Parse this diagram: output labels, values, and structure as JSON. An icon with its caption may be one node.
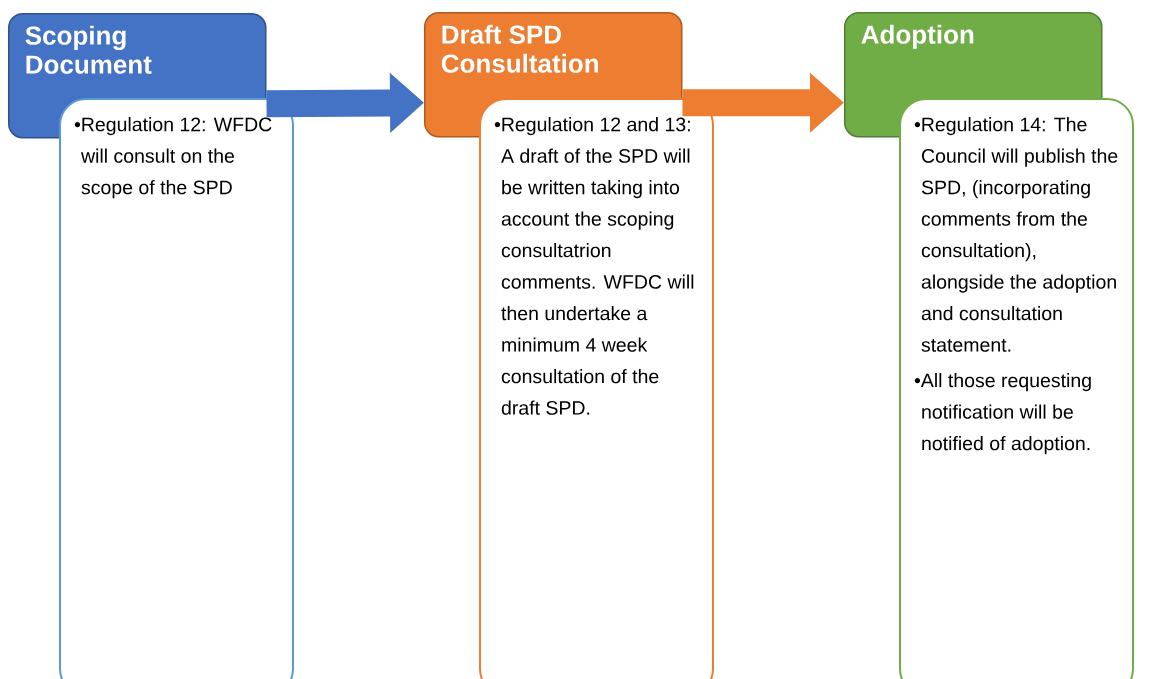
{
  "diagram": {
    "nodes": [
      {
        "text": [
          "Scoping Document"
        ]
      },
      {
        "text": [
          "•Regulation 12: WFDC will consult on the scope of the SPD"
        ]
      },
      {
        "text": [
          "Draft SPD Consultation"
        ]
      },
      {
        "text": [
          "•Regulation 12 and 13: A draft of the SPD will be written taking into account the scoping consultatrion comments. WFDC will then undertake a minimum 4 week consultation of the draft SPD."
        ]
      },
      {
        "text": [
          "Adoption"
        ]
      },
      {
        "text": [
          "•Regulation 14: The Council will publish the SPD, (incorporating comments from the consultation), alongside the adoption and consultation statement.",
          "•All those requesting notification will be notified of adoption."
        ]
      }
    ],
    "edges": [
      {
        "from": 0,
        "to": 2,
        "arrow": "to",
        "color": "#4472c4"
      },
      {
        "from": 2,
        "to": 4,
        "arrow": "to",
        "color": "#ed7d31"
      }
    ]
  }
}
